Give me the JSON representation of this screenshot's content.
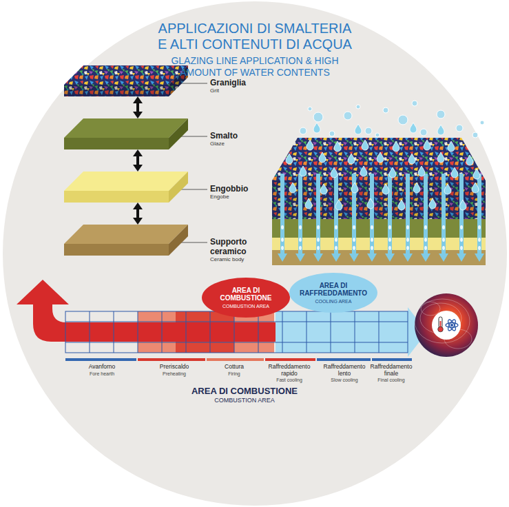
{
  "diagram": {
    "title": "APPLICAZIONI DI SMALTERIA E ALTI CONTENUTI DI ACQUA",
    "nodes": [
      {
        "text": [
          "Graniglia",
          "Grit"
        ]
      },
      {
        "text": [
          "Smalto",
          "Glaze"
        ]
      },
      {
        "text": [
          "Engobbio",
          "Engobe"
        ]
      },
      {
        "text": [
          "Supporto ceramico",
          "Ceramic body"
        ]
      },
      {
        "text": [
          "AREA DI COMBUSTIONE",
          "COMBUSTION AREA"
        ]
      },
      {
        "text": [
          "AREA DI RAFFREDDAMENTO",
          "COOLING AREA"
        ]
      }
    ],
    "edges": [
      {
        "from": 0,
        "to": 1,
        "arrow": "both"
      },
      {
        "from": 1,
        "to": 2,
        "arrow": "both"
      },
      {
        "from": 2,
        "to": 3,
        "arrow": "both"
      }
    ],
    "labels": [
      "GLAZING LINE APPLICATION & HIGH AMOUNT OF WATER CONTENTS",
      "Avanforno",
      "Fore hearth",
      "Preriscaldo",
      "Preheating",
      "Cottura",
      "Firing",
      "Raffreddamento rapido",
      "Fast cooling",
      "Raffreddamento lento",
      "Slow cooling",
      "Raffreddamento finale",
      "Final cooling",
      "AREA DI COMBUSTIONE",
      "COMBUSTION AREA"
    ]
  }
}
